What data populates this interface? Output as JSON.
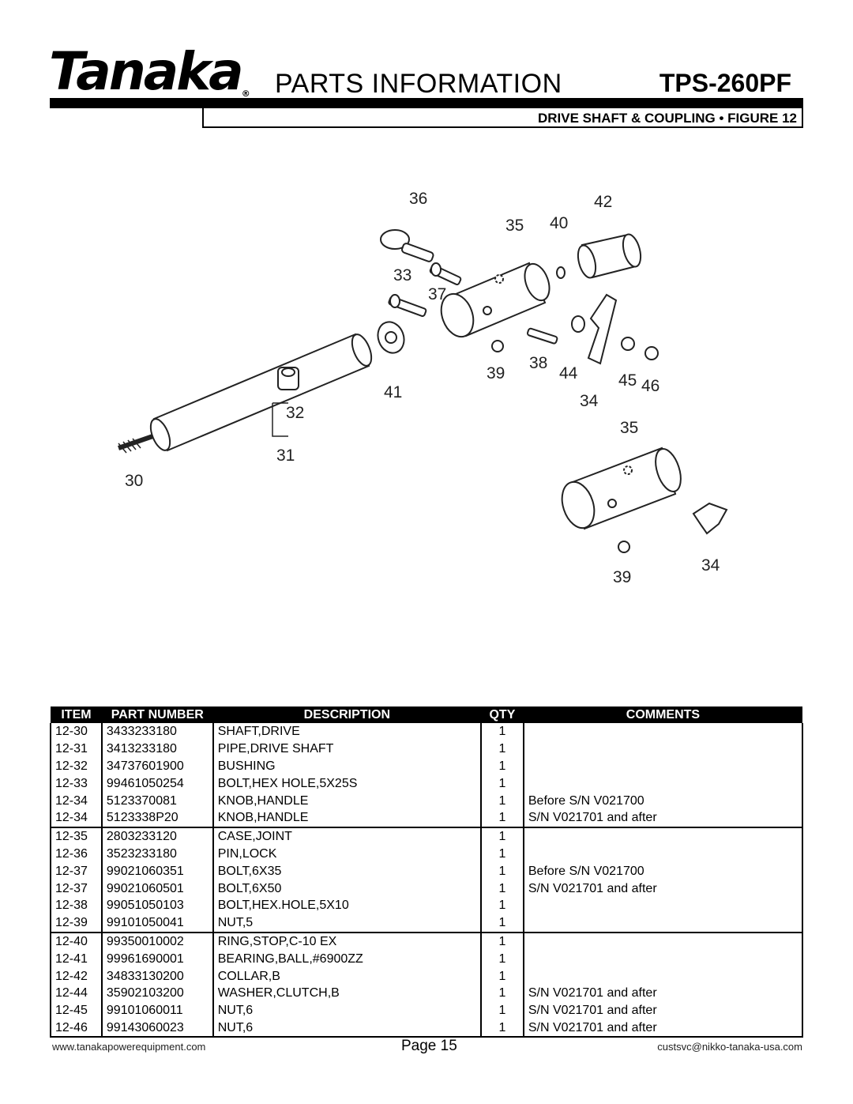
{
  "header": {
    "brand": "Tanaka",
    "registered_mark": "®",
    "title": "PARTS INFORMATION",
    "model": "TPS-260PF",
    "figure_label": "DRIVE SHAFT & COUPLING • FIGURE 12"
  },
  "diagram": {
    "callouts": {
      "c30": "30",
      "c31": "31",
      "c32": "32",
      "c33": "33",
      "c34a": "34",
      "c34b": "34",
      "c35a": "35",
      "c35b": "35",
      "c36": "36",
      "c37": "37",
      "c38": "38",
      "c39a": "39",
      "c39b": "39",
      "c40": "40",
      "c41": "41",
      "c42": "42",
      "c44": "44",
      "c45": "45",
      "c46": "46"
    }
  },
  "table": {
    "headers": {
      "item": "ITEM",
      "part": "PART NUMBER",
      "desc": "DESCRIPTION",
      "qty": "QTY",
      "comments": "COMMENTS"
    },
    "rows": [
      {
        "item": "12-30",
        "part": "3433233180",
        "desc": "SHAFT,DRIVE",
        "qty": "1",
        "comment": ""
      },
      {
        "item": "12-31",
        "part": "3413233180",
        "desc": "PIPE,DRIVE SHAFT",
        "qty": "1",
        "comment": ""
      },
      {
        "item": "12-32",
        "part": "34737601900",
        "desc": "BUSHING",
        "qty": "1",
        "comment": ""
      },
      {
        "item": "12-33",
        "part": "99461050254",
        "desc": "BOLT,HEX HOLE,5X25S",
        "qty": "1",
        "comment": ""
      },
      {
        "item": "12-34",
        "part": "5123370081",
        "desc": "KNOB,HANDLE",
        "qty": "1",
        "comment": "Before S/N V021700"
      },
      {
        "item": "12-34",
        "part": "5123338P20",
        "desc": "KNOB,HANDLE",
        "qty": "1",
        "comment": "S/N V021701 and after"
      },
      {
        "item": "12-35",
        "part": "2803233120",
        "desc": "CASE,JOINT",
        "qty": "1",
        "comment": ""
      },
      {
        "item": "12-36",
        "part": "3523233180",
        "desc": "PIN,LOCK",
        "qty": "1",
        "comment": ""
      },
      {
        "item": "12-37",
        "part": "99021060351",
        "desc": "BOLT,6X35",
        "qty": "1",
        "comment": "Before S/N V021700"
      },
      {
        "item": "12-37",
        "part": "99021060501",
        "desc": "BOLT,6X50",
        "qty": "1",
        "comment": "S/N V021701 and after"
      },
      {
        "item": "12-38",
        "part": "99051050103",
        "desc": "BOLT,HEX.HOLE,5X10",
        "qty": "1",
        "comment": ""
      },
      {
        "item": "12-39",
        "part": "99101050041",
        "desc": "NUT,5",
        "qty": "1",
        "comment": ""
      },
      {
        "item": "12-40",
        "part": "99350010002",
        "desc": "RING,STOP,C-10 EX",
        "qty": "1",
        "comment": ""
      },
      {
        "item": "12-41",
        "part": "99961690001",
        "desc": "BEARING,BALL,#6900ZZ",
        "qty": "1",
        "comment": ""
      },
      {
        "item": "12-42",
        "part": "34833130200",
        "desc": "COLLAR,B",
        "qty": "1",
        "comment": ""
      },
      {
        "item": "12-44",
        "part": "35902103200",
        "desc": "WASHER,CLUTCH,B",
        "qty": "1",
        "comment": "S/N V021701 and after"
      },
      {
        "item": "12-45",
        "part": "99101060011",
        "desc": "NUT,6",
        "qty": "1",
        "comment": "S/N V021701 and after"
      },
      {
        "item": "12-46",
        "part": "99143060023",
        "desc": "NUT,6",
        "qty": "1",
        "comment": "S/N V021701 and after"
      }
    ]
  },
  "footer": {
    "website": "www.tanakapowerequipment.com",
    "page": "Page 15",
    "email": "custsvc@nikko-tanaka-usa.com"
  }
}
